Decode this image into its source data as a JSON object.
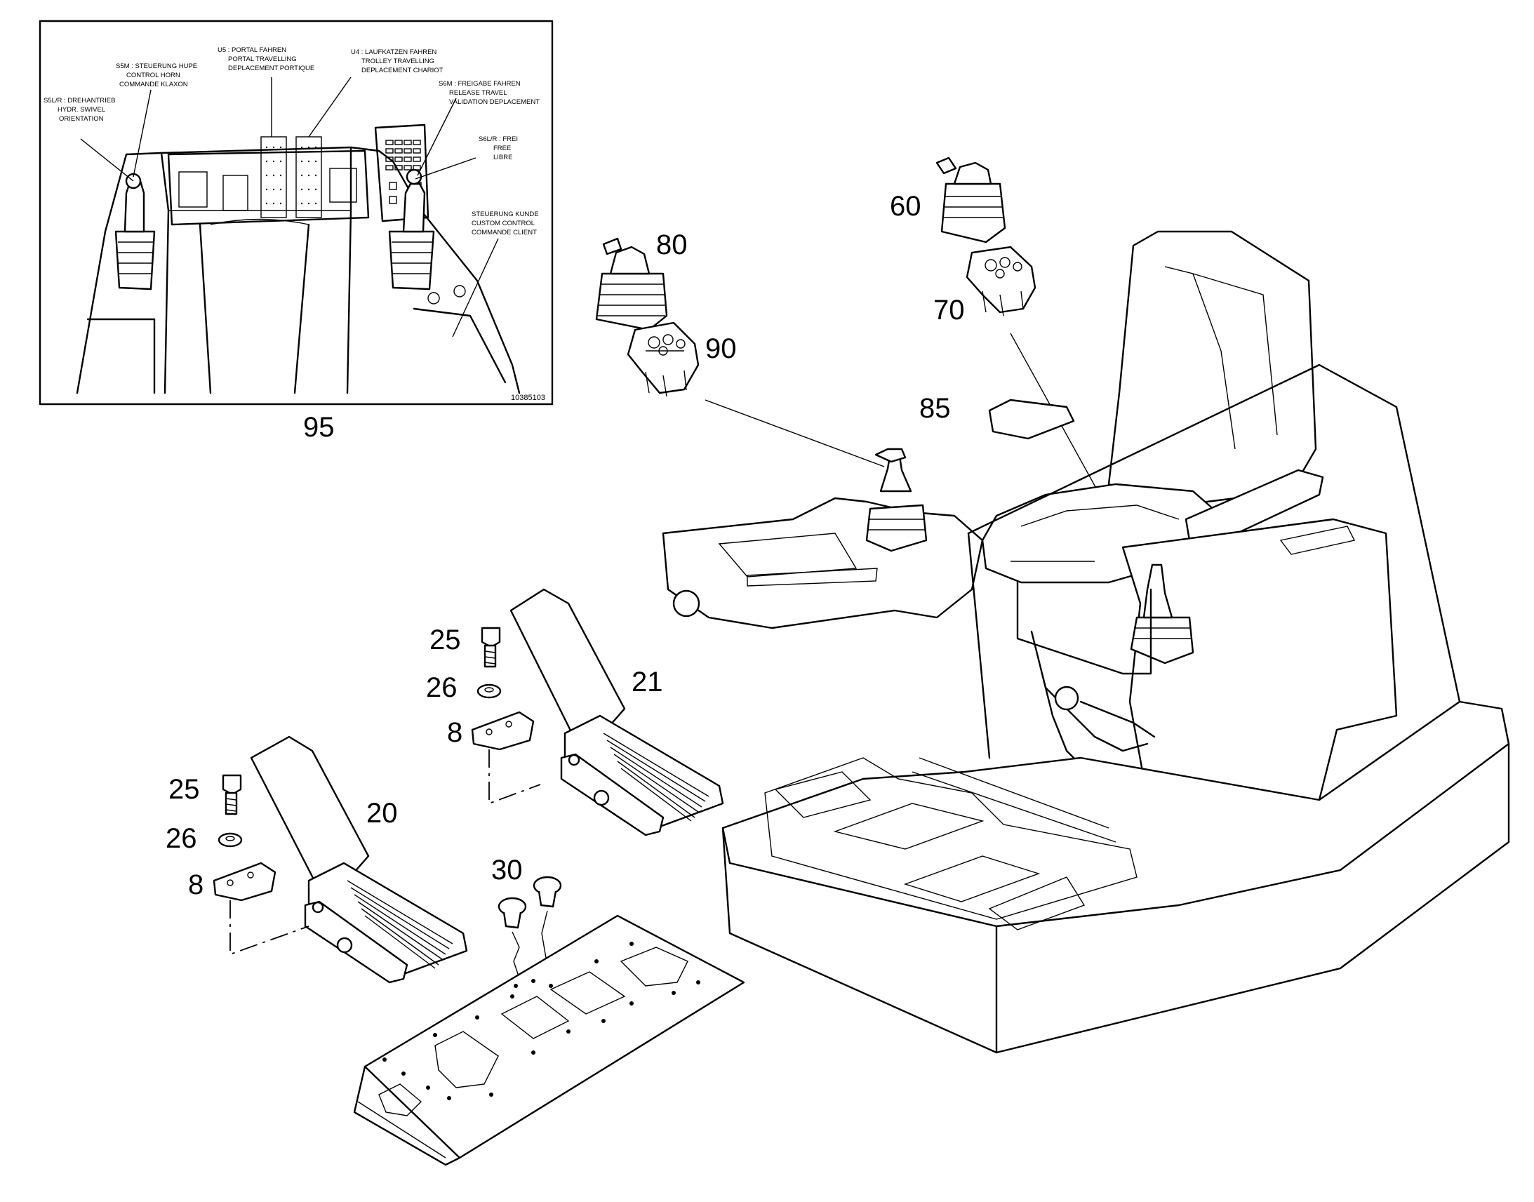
{
  "inset": {
    "drawing_number": "10385103",
    "callouts": {
      "s5lr_drehantrieb": [
        "S5L/R : DREHANTRIEB",
        "HYDR. SWIVEL",
        "ORIENTATION"
      ],
      "s5m_steuerung_hupe": [
        "S5M : STEUERUNG HUPE",
        "CONTROL HORN",
        "COMMANDE KLAXON"
      ],
      "u5_portal": [
        "U5 : PORTAL FAHREN",
        "PORTAL TRAVELLING",
        "DEPLACEMENT PORTIQUE"
      ],
      "u4_laufkatzen": [
        "U4 : LAUFKATZEN FAHREN",
        "TROLLEY TRAVELLING",
        "DEPLACEMENT CHARIOT"
      ],
      "s6m_freigabe": [
        "S6M : FREIGABE FAHREN",
        "RELEASE TRAVEL",
        "VALIDATION DEPLACEMENT"
      ],
      "s6lr_frei": [
        "S6L/R : FREI",
        "FREE",
        "LIBRE"
      ],
      "steuerung_kunde": [
        "STEUERUNG KUNDE",
        "CUSTOM CONTROL",
        "COMMANDE CLIENT"
      ]
    }
  },
  "part_numbers": {
    "p95": "95",
    "p80": "80",
    "p90": "90",
    "p60": "60",
    "p70": "70",
    "p85": "85",
    "p25a": "25",
    "p26a": "26",
    "p8a": "8",
    "p21": "21",
    "p25b": "25",
    "p26b": "26",
    "p8b": "8",
    "p20": "20",
    "p30": "30"
  }
}
